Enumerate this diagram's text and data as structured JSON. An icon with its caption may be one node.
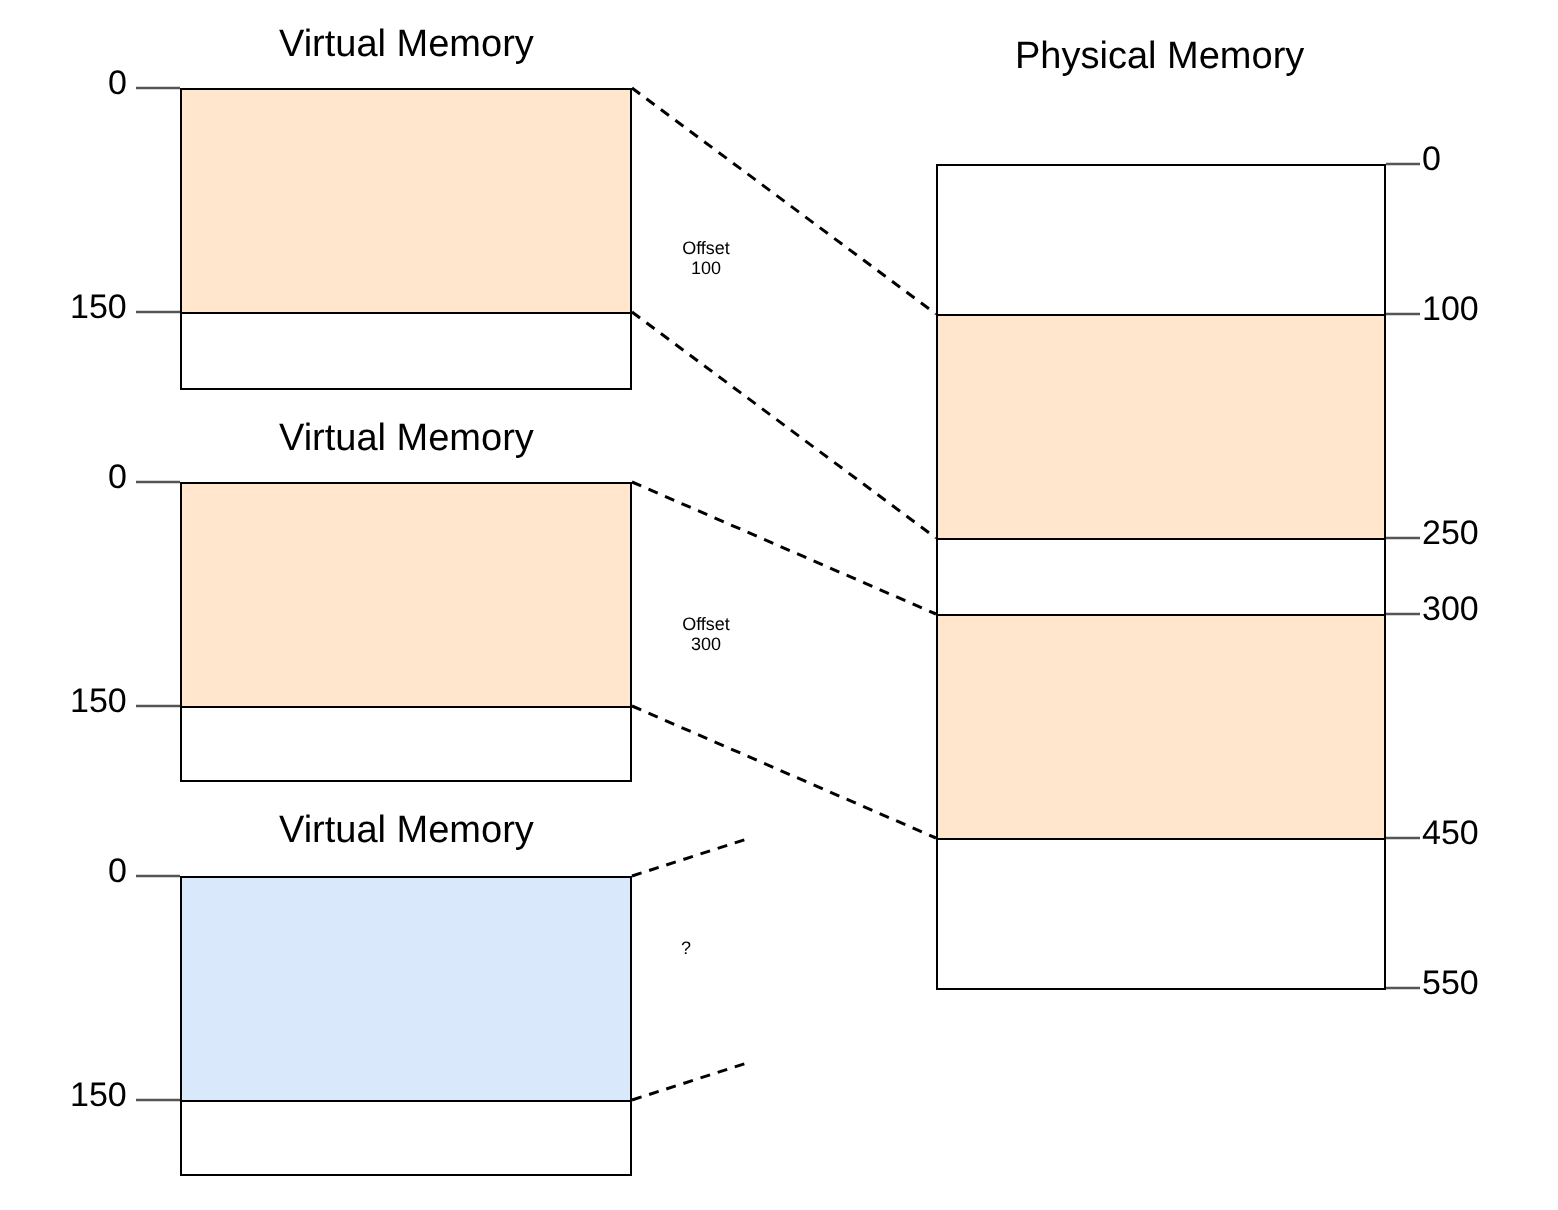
{
  "diagram": {
    "nodes": [
      {
        "text": [
          "Virtual Memory"
        ]
      },
      {
        "text": [],
        "shape": "box",
        "in": 0,
        "beside": [
          "0",
          "150"
        ]
      },
      {
        "text": [
          "Virtual Memory"
        ]
      },
      {
        "text": [],
        "shape": "box",
        "in": 2,
        "beside": [
          "0",
          "150"
        ]
      },
      {
        "text": [
          "Virtual Memory"
        ]
      },
      {
        "text": [],
        "shape": "box",
        "in": 4,
        "beside": [
          "0",
          "150"
        ]
      },
      {
        "text": [
          "Physical Memory"
        ],
        "beside": [
          "0",
          "550"
        ]
      },
      {
        "text": [],
        "shape": "box",
        "in": 6,
        "beside": [
          "100",
          "250"
        ]
      },
      {
        "text": [],
        "shape": "box",
        "in": 6,
        "beside": [
          "300",
          "450"
        ]
      }
    ],
    "edges": [
      {
        "from": 1,
        "to": 7,
        "arrow": "none",
        "style": "dashed"
      },
      {
        "from": 1,
        "to": 7,
        "arrow": "none",
        "style": "dashed"
      },
      {
        "from": 3,
        "to": 8,
        "arrow": "none",
        "style": "dashed"
      },
      {
        "from": 3,
        "to": 8,
        "arrow": "none",
        "style": "dashed"
      },
      {
        "from": 5,
        "to": null,
        "arrow": "none",
        "style": "dashed"
      },
      {
        "from": 5,
        "to": null,
        "arrow": "none",
        "style": "dashed"
      }
    ],
    "labels": [
      "Offset 100",
      "Offset 300",
      "?"
    ]
  }
}
